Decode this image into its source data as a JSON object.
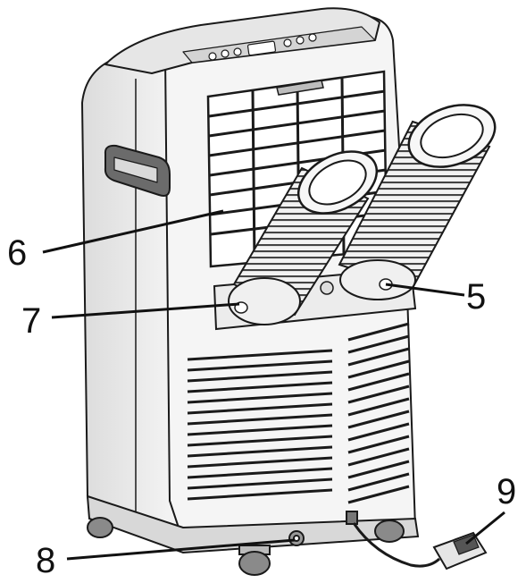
{
  "figure": {
    "subject": "portable-air-conditioner-rear-view",
    "colors": {
      "line": "#1a1a1a",
      "body": "#f4f4f4",
      "shade": "#c8c8c8",
      "dark": "#6b6b6b",
      "background": "#ffffff"
    }
  },
  "callouts": [
    {
      "id": "6",
      "label": "6"
    },
    {
      "id": "7",
      "label": "7"
    },
    {
      "id": "5",
      "label": "5"
    },
    {
      "id": "8",
      "label": "8"
    },
    {
      "id": "9",
      "label": "9"
    }
  ]
}
